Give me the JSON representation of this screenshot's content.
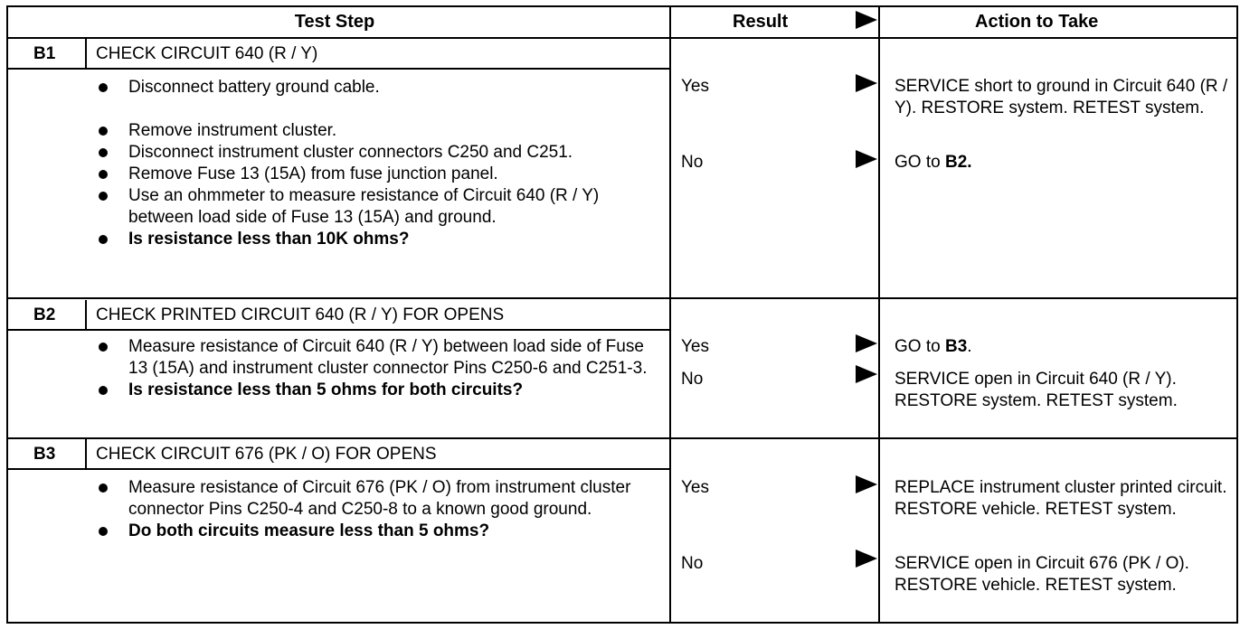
{
  "header": {
    "test_step": "Test Step",
    "result": "Result",
    "action": "Action to Take"
  },
  "steps": [
    {
      "code": "B1",
      "title": "CHECK CIRCUIT 640 (R / Y)",
      "bullets": [
        "Disconnect battery ground cable.",
        "Remove instrument cluster.",
        "Disconnect instrument cluster connectors C250 and C251.",
        "Remove Fuse 13 (15A) from fuse junction panel.",
        "Use an ohmmeter to measure resistance of Circuit 640 (R / Y) between load side of Fuse 13 (15A) and ground.",
        "Is resistance less than 10K ohms?"
      ],
      "results": [
        {
          "label": "Yes",
          "action": "SERVICE short to ground in Circuit 640 (R / Y). RESTORE system. RETEST system."
        },
        {
          "label": "No",
          "action_prefix": "GO to ",
          "action_bold": "B2."
        }
      ]
    },
    {
      "code": "B2",
      "title": "CHECK PRINTED CIRCUIT 640 (R / Y) FOR OPENS",
      "bullets": [
        "Measure resistance of Circuit 640 (R / Y) between load side of Fuse 13 (15A) and instrument cluster connector Pins C250-6 and C251-3.",
        "Is resistance less than 5 ohms for both circuits?"
      ],
      "results": [
        {
          "label": "Yes",
          "action_prefix": "GO to ",
          "action_bold": "B3",
          "action_suffix": "."
        },
        {
          "label": "No",
          "action": "SERVICE open in Circuit 640 (R / Y). RESTORE system. RETEST system."
        }
      ]
    },
    {
      "code": "B3",
      "title": "CHECK CIRCUIT 676 (PK / O) FOR OPENS",
      "bullets": [
        "Measure resistance of Circuit 676 (PK / O) from instrument cluster connector Pins C250-4 and C250-8 to a known good ground.",
        "Do both circuits measure less than 5 ohms?"
      ],
      "results": [
        {
          "label": "Yes",
          "action": "REPLACE instrument cluster printed circuit. RESTORE vehicle. RETEST system."
        },
        {
          "label": "No",
          "action": "SERVICE open in Circuit 676 (PK / O). RESTORE vehicle. RETEST system."
        }
      ]
    }
  ]
}
